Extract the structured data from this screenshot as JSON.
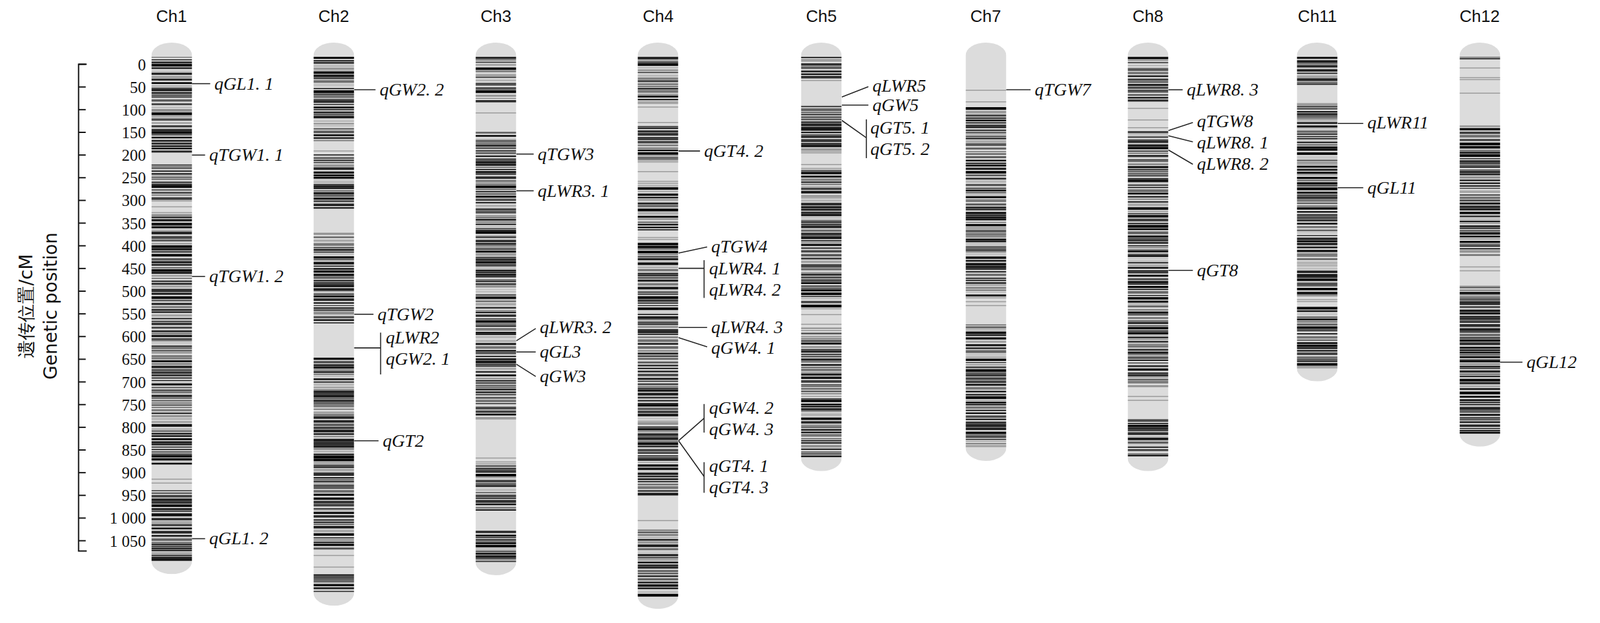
{
  "diagram": {
    "nodes": [
      {
        "text": [
          "Ch1"
        ]
      },
      {
        "text": [
          "Ch2"
        ]
      },
      {
        "text": [
          "Ch3"
        ]
      },
      {
        "text": [
          "Ch4"
        ]
      },
      {
        "text": [
          "Ch5"
        ]
      },
      {
        "text": [
          "Ch7"
        ]
      },
      {
        "text": [
          "Ch8"
        ]
      },
      {
        "text": [
          "Ch11"
        ]
      },
      {
        "text": [
          "Ch12"
        ]
      }
    ],
    "labels": [
      "遗传位置/cM",
      "Genetic position",
      "0",
      "50",
      "100",
      "150",
      "200",
      "250",
      "300",
      "350",
      "400",
      "450",
      "500",
      "550",
      "600",
      "650",
      "700",
      "750",
      "800",
      "850",
      "900",
      "950",
      "1 000",
      "1 050",
      "qGL1. 1",
      "qTGW1. 1",
      "qTGW1. 2",
      "qGL1. 2",
      "qGW2. 2",
      "qTGW2",
      "qLWR2",
      "qGW2. 1",
      "qGT2",
      "qTGW3",
      "qLWR3. 1",
      "qLWR3. 2",
      "qGL3",
      "qGW3",
      "qGT4. 2",
      "qTGW4",
      "qLWR4. 1",
      "qLWR4. 2",
      "qLWR4. 3",
      "qGW4. 1",
      "qGW4. 2",
      "qGW4. 3",
      "qGT4. 1",
      "qGT4. 3",
      "qLWR5",
      "qGW5",
      "qGT5. 1",
      "qGT5. 2",
      "qTGW7",
      "qLWR8. 3",
      "qTGW8",
      "qLWR8. 1",
      "qLWR8. 2",
      "qGT8",
      "qLWR11",
      "qGL11",
      "qGL12"
    ]
  }
}
